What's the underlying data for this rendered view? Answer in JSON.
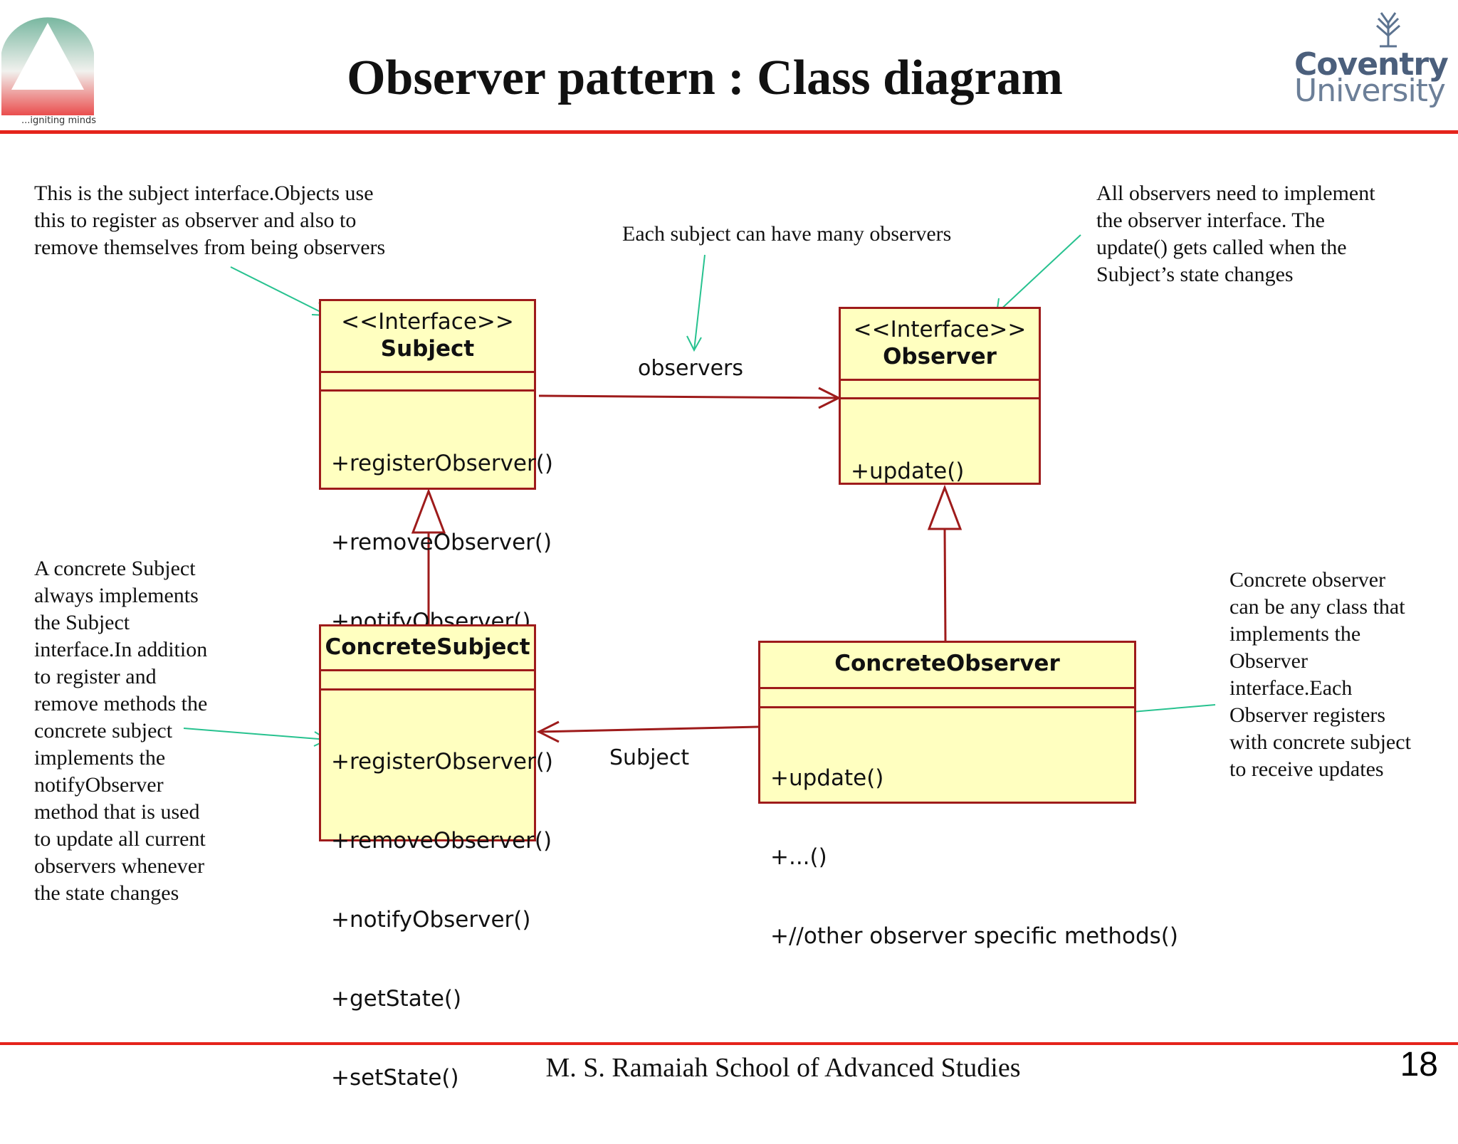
{
  "header": {
    "title": "Observer pattern : Class diagram",
    "left_logo_tagline": "...igniting minds",
    "right_logo_text": [
      "Coventry",
      "University"
    ]
  },
  "annotations": {
    "subject_interface": [
      "This is the subject interface.Objects use",
      "this to register as observer and also to",
      "remove themselves from being observers"
    ],
    "many_observers": [
      "Each subject can have many observers"
    ],
    "observer_interface": [
      "All observers need to implement",
      "the observer interface. The",
      "update() gets called when the",
      "Subject’s state changes"
    ],
    "concrete_subject": [
      "A concrete Subject",
      "always implements",
      "the Subject",
      "interface.In addition",
      "to register and",
      "remove methods the",
      "concrete subject",
      "implements the",
      "notifyObserver",
      "method that is used",
      "to update all current",
      "observers whenever",
      "the state changes"
    ],
    "concrete_observer": [
      "Concrete observer",
      "can be any class that",
      "implements the",
      "Observer",
      "interface.Each",
      "Observer registers",
      "with concrete subject",
      "to receive updates"
    ]
  },
  "classes": {
    "subject": {
      "stereotype": "<<Interface>>",
      "name": "Subject",
      "operations": [
        "+registerObserver()",
        "+removeObserver()",
        "+notifyObserver()"
      ]
    },
    "observer": {
      "stereotype": "<<Interface>>",
      "name": "Observer",
      "operations": [
        "+update()"
      ]
    },
    "concrete_subject": {
      "name": "ConcreteSubject",
      "operations": [
        "+registerObserver()",
        "+removeObserver()",
        "+notifyObserver()",
        "+getState()",
        "+setState()"
      ]
    },
    "concrete_observer": {
      "name": "ConcreteObserver",
      "operations": [
        "+update()",
        "+...()",
        "+//other observer specific methods()"
      ]
    }
  },
  "associations": {
    "observers_label": "observers",
    "subject_label": "Subject"
  },
  "footer": {
    "institution": "M. S. Ramaiah School of Advanced Studies",
    "page_number": "18"
  },
  "colors": {
    "rule": "#e5231b",
    "class_fill": "#ffffc0",
    "class_border": "#9e1b1b",
    "pointer_arrow": "#27c28f"
  }
}
